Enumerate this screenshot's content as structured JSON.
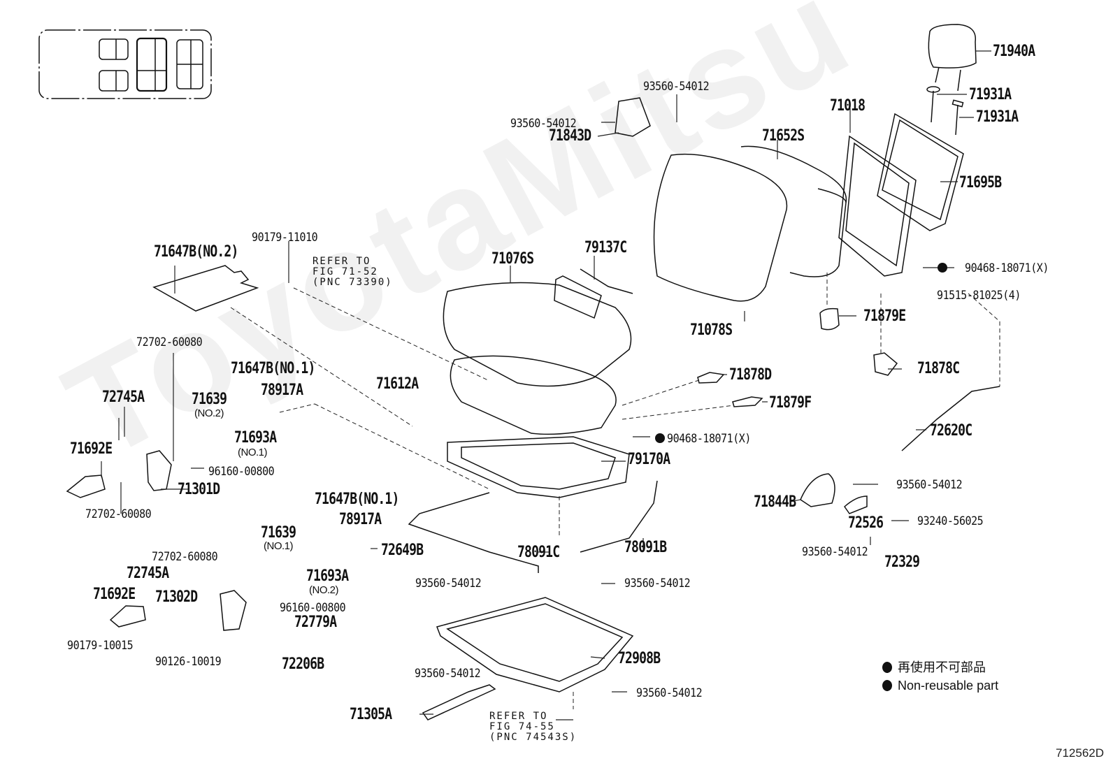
{
  "diagram": {
    "watermark": "ToyotaMitsu",
    "figure_number": "712562D",
    "legend": {
      "items": [
        {
          "symbol": "filled-circle",
          "text": "再使用不可部品"
        },
        {
          "symbol": "filled-circle",
          "text": "Non-reusable part"
        }
      ]
    },
    "references": [
      {
        "line1": "REFER TO",
        "line2": "FIG 71-52",
        "line3": "(PNC 73390)"
      },
      {
        "line1": "REFER TO",
        "line2": "FIG 74-55",
        "line3": "(PNC 74543S)"
      }
    ],
    "labels": {
      "p71940A": "71940A",
      "p71931A_1": "71931A",
      "p71931A_2": "71931A",
      "p71018": "71018",
      "p71695B": "71695B",
      "p93560_top": "93560-54012",
      "p93560_left": "93560-54012",
      "p71843D": "71843D",
      "p71652S": "71652S",
      "p71078S": "71078S",
      "p90468_upper": "90468-18071(X)",
      "p91515": "91515-81025(4)",
      "p71879E": "71879E",
      "p71878C": "71878C",
      "p71647B_no2": "71647B(NO.2)",
      "p90179_11010": "90179-11010",
      "p71076S": "71076S",
      "p79137C": "79137C",
      "p72702_a": "72702-60080",
      "p71647B_no1_a": "71647B(NO.1)",
      "p78917A_a": "78917A",
      "p71612A": "71612A",
      "p72745A_a": "72745A",
      "p71639_a": "71639",
      "p71639_a_sub": "(NO.2)",
      "p71693A_a": "71693A",
      "p71693A_a_sub": "(NO.1)",
      "p71692E_a": "71692E",
      "p96160_a": "96160-00800",
      "p71301D": "71301D",
      "p72702_b": "72702-60080",
      "p71878D": "71878D",
      "p71879F": "71879F",
      "p90468_lower": "90468-18071(X)",
      "p79170A": "79170A",
      "p72620C": "72620C",
      "p71647B_no1_b": "71647B(NO.1)",
      "p78917A_b": "78917A",
      "p72649B": "72649B",
      "p78091C": "78091C",
      "p78091B": "78091B",
      "p71844B": "71844B",
      "p93560_r1": "93560-54012",
      "p72526": "72526",
      "p93240": "93240-56025",
      "p93560_r2": "93560-54012",
      "p72329": "72329",
      "p71639_b": "71639",
      "p71639_b_sub": "(NO.1)",
      "p72702_c": "72702-60080",
      "p72745A_b": "72745A",
      "p71693A_b": "71693A",
      "p71693A_b_sub": "(NO.2)",
      "p71692E_b": "71692E",
      "p71302D": "71302D",
      "p96160_b": "96160-00800",
      "p72779A": "72779A",
      "p90179_10015": "90179-10015",
      "p90126": "90126-10019",
      "p72206B": "72206B",
      "p93560_c1": "93560-54012",
      "p93560_c2": "93560-54012",
      "p72908B": "72908B",
      "p93560_c3": "93560-54012",
      "p93560_c4": "93560-54012",
      "p71305A": "71305A"
    }
  }
}
